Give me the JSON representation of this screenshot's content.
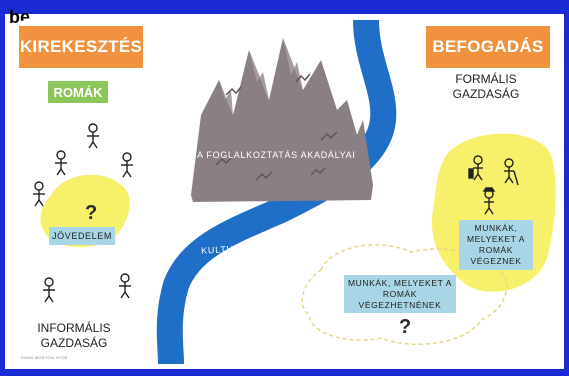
{
  "top_snippet": "be.",
  "left": {
    "title": "KIREKESZTÉS",
    "group": "ROMÁK",
    "income": "JÖVEDELEM",
    "question": "?",
    "economy_line1": "INFORMÁLIS",
    "economy_line2": "GAZDASÁG"
  },
  "right": {
    "title": "BEFOGADÁS",
    "economy_line1": "FORMÁLIS",
    "economy_line2": "GAZDASÁG",
    "jobs_done": [
      "MUNKÁK,",
      "MELYEKET A",
      "ROMÁK",
      "VÉGEZNEK"
    ]
  },
  "center": {
    "mountain_label": "A FOGLALKOZTATÁS AKADÁLYAI",
    "river_label": "KULTURÁLIS KÜLÖNBSÉGEK",
    "jobs_possible": [
      "MUNKÁK, MELYEKET A",
      "ROMÁK",
      "VÉGEZHETNÉNEK"
    ],
    "question": "?"
  },
  "credit": "SANN MORTON HYDE",
  "colors": {
    "frame": "#1a2bd6",
    "badge": "#f0923e",
    "roma_badge": "#8bc65b",
    "river": "#1f6fc9",
    "mountain": "#8a7f84",
    "blob": "#f6f06a",
    "box": "#a9d6e6"
  }
}
